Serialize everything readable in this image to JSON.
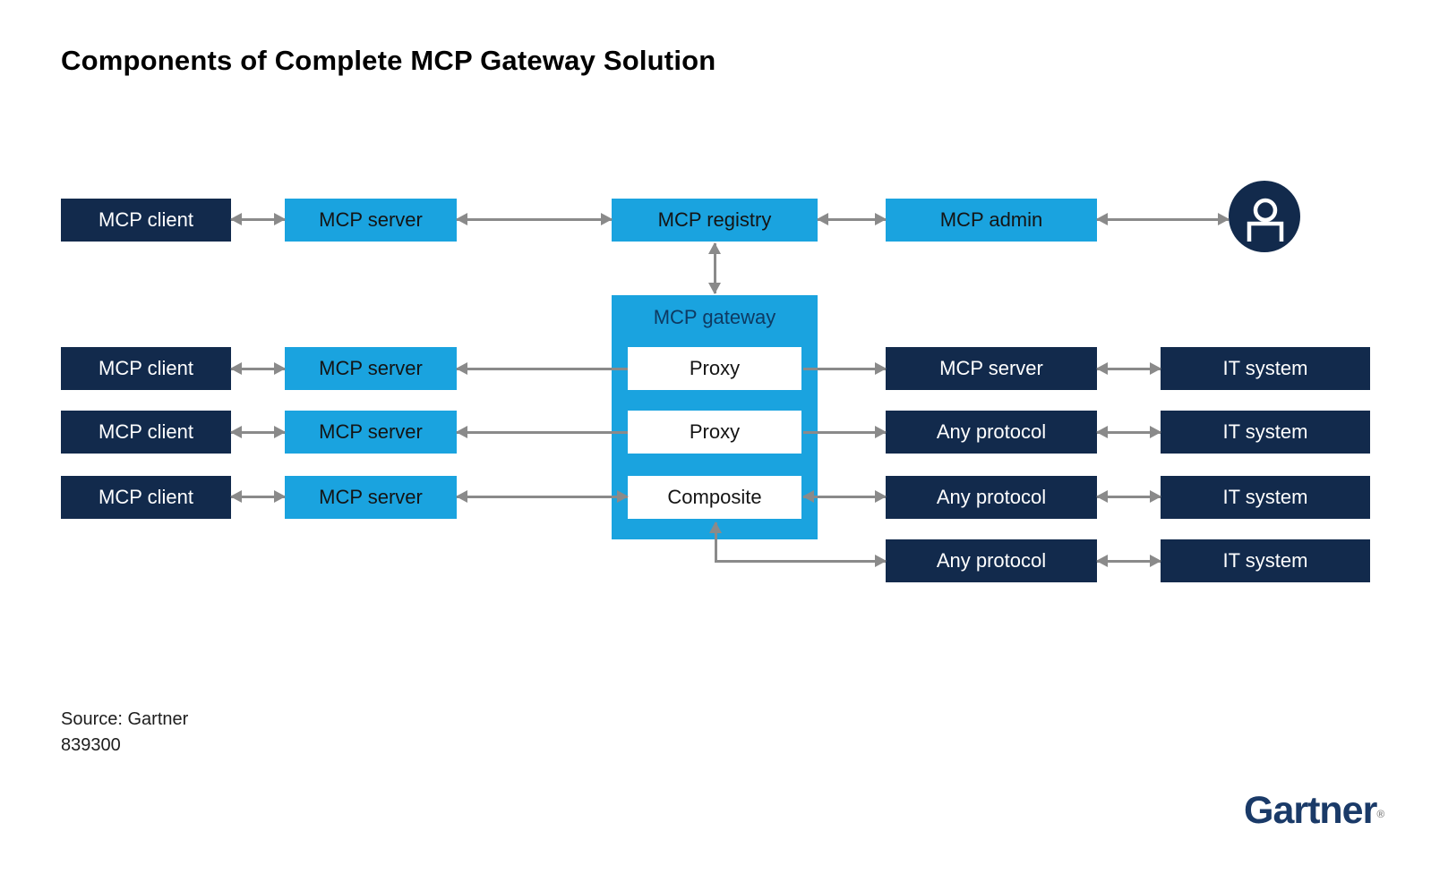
{
  "title": "Components of Complete MCP Gateway Solution",
  "colors": {
    "navy": "#122A4C",
    "light_blue": "#1AA3DF",
    "arrow_gray": "#8A8A8A",
    "gateway_title_blue": "#0E3A62",
    "logo_navy": "#1A3A68"
  },
  "icons": {
    "user": "person-icon"
  },
  "top_row": {
    "client": "MCP client",
    "server": "MCP server",
    "registry": "MCP registry",
    "admin": "MCP admin"
  },
  "gateway": {
    "label": "MCP gateway",
    "modules": [
      "Proxy",
      "Proxy",
      "Composite"
    ]
  },
  "rows": [
    {
      "client": "MCP client",
      "server": "MCP server",
      "backend": "MCP server",
      "system": "IT system"
    },
    {
      "client": "MCP client",
      "server": "MCP server",
      "backend": "Any protocol",
      "system": "IT system"
    },
    {
      "client": "MCP client",
      "server": "MCP server",
      "backend": "Any protocol",
      "system": "IT system"
    },
    {
      "backend": "Any protocol",
      "system": "IT system"
    }
  ],
  "footer": {
    "source_line1": "Source: Gartner",
    "source_line2": "839300"
  },
  "logo": {
    "text": "Gartner",
    "registered_mark": "®"
  }
}
